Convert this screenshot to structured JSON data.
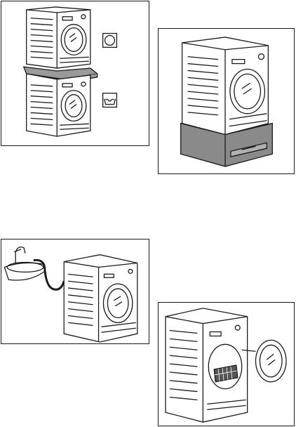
{
  "figures": [
    {
      "id": "stacked-installation",
      "icons": [
        "dryer-symbol-icon",
        "washer-symbol-icon"
      ]
    },
    {
      "id": "dryer-on-pedestal"
    },
    {
      "id": "dryer-with-sink-drain"
    },
    {
      "id": "dryer-door-open"
    }
  ],
  "colors": {
    "line": "#1a1a1a",
    "pedestal": "#8a8a8a",
    "shelf": "#9a9a9a",
    "background": "#ffffff"
  }
}
